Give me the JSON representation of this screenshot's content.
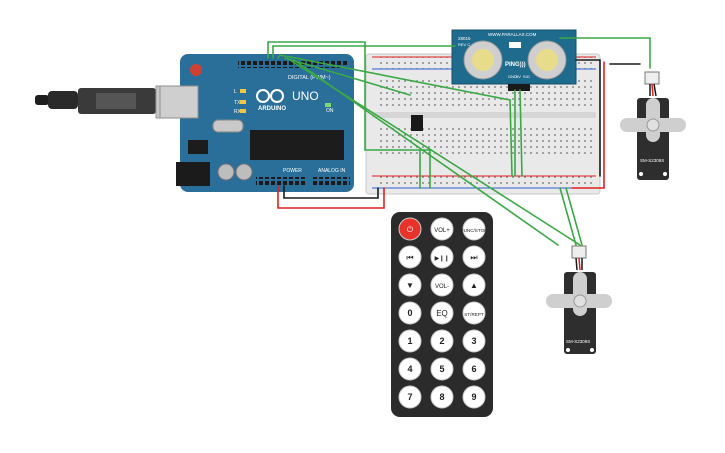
{
  "arduino": {
    "brand": "ARDUINO",
    "model": "UNO",
    "digital_label": "DIGITAL (PWM~)",
    "power_label": "POWER",
    "analog_label": "ANALOG IN",
    "tx_label": "TX",
    "rx_label": "RX",
    "l_label": "L",
    "on_label": "ON"
  },
  "ultrasonic": {
    "model": "PING)))",
    "website": "WWW.PARALLAX.COM",
    "rev_label": "28015",
    "rev_sub": "REV C",
    "pin_labels": [
      "GND",
      "5V",
      "SIG"
    ]
  },
  "servos": [
    {
      "label": "SM-S2309S"
    },
    {
      "label": "SM-S2309S"
    }
  ],
  "remote": {
    "buttons": [
      {
        "label": "⏻",
        "color": "#e8322c",
        "name": "power-button"
      },
      {
        "label": "VOL+",
        "name": "vol-up-button"
      },
      {
        "label": "FUNC/STOP",
        "name": "func-stop-button"
      },
      {
        "label": "⏮",
        "name": "rewind-button"
      },
      {
        "label": "▶❙❙",
        "name": "play-pause-button"
      },
      {
        "label": "⏭",
        "name": "fast-forward-button"
      },
      {
        "label": "▼",
        "name": "down-button"
      },
      {
        "label": "VOL-",
        "name": "vol-down-button"
      },
      {
        "label": "▲",
        "name": "up-button"
      },
      {
        "label": "0",
        "name": "digit-0-button"
      },
      {
        "label": "EQ",
        "name": "eq-button"
      },
      {
        "label": "ST/REPT",
        "name": "st-rept-button"
      },
      {
        "label": "1",
        "name": "digit-1-button"
      },
      {
        "label": "2",
        "name": "digit-2-button"
      },
      {
        "label": "3",
        "name": "digit-3-button"
      },
      {
        "label": "4",
        "name": "digit-4-button"
      },
      {
        "label": "5",
        "name": "digit-5-button"
      },
      {
        "label": "6",
        "name": "digit-6-button"
      },
      {
        "label": "7",
        "name": "digit-7-button"
      },
      {
        "label": "8",
        "name": "digit-8-button"
      },
      {
        "label": "9",
        "name": "digit-9-button"
      }
    ]
  },
  "colors": {
    "arduino_board": "#2a6f9a",
    "breadboard": "#e9e9e9",
    "wire_green": "#3aa845",
    "wire_red": "#e0201f",
    "wire_black": "#222222",
    "sensor_board": "#1f6b8e",
    "remote_body": "#2b2b2b",
    "servo_body": "#2e2e2e"
  }
}
